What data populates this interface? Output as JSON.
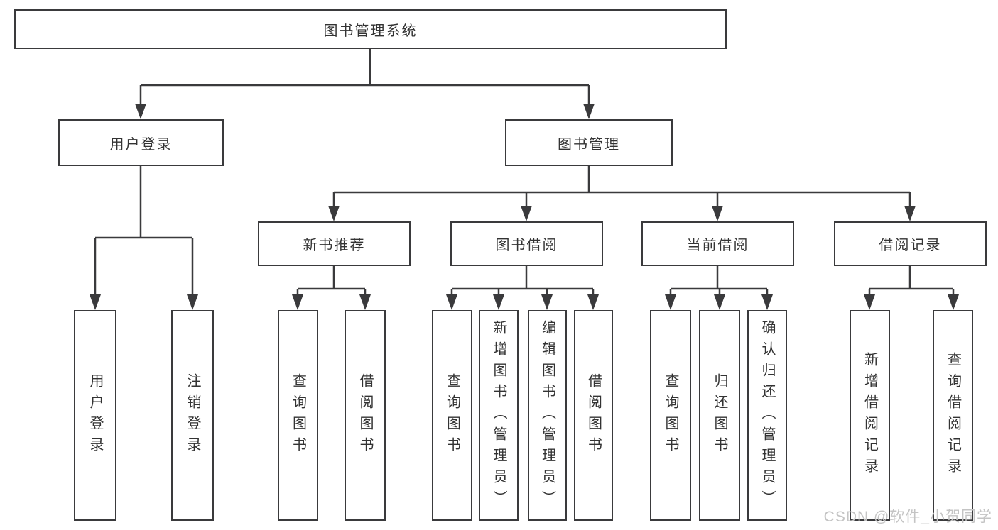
{
  "diagram": {
    "title": "图书管理系统",
    "branches": [
      {
        "label": "用户登录",
        "leaves": [
          "用户登录",
          "注销登录"
        ]
      },
      {
        "label": "图书管理",
        "children": [
          {
            "label": "新书推荐",
            "leaves": [
              "查询图书",
              "借阅图书"
            ]
          },
          {
            "label": "图书借阅",
            "leaves": [
              "查询图书",
              "新增图书（管理员）",
              "编辑图书（管理员）",
              "借阅图书"
            ]
          },
          {
            "label": "当前借阅",
            "leaves": [
              "查询图书",
              "归还图书",
              "确认归还（管理员）"
            ]
          },
          {
            "label": "借阅记录",
            "leaves": [
              "新增借阅记录",
              "查询借阅记录"
            ]
          }
        ]
      }
    ]
  },
  "watermark": {
    "text": "CSDN @软件_小贺同学"
  },
  "colors": {
    "line": "#3a3a3c",
    "box_border": "#3a3a3c",
    "text": "#333333",
    "background": "#ffffff",
    "watermark_text": "#c4c4c4"
  }
}
